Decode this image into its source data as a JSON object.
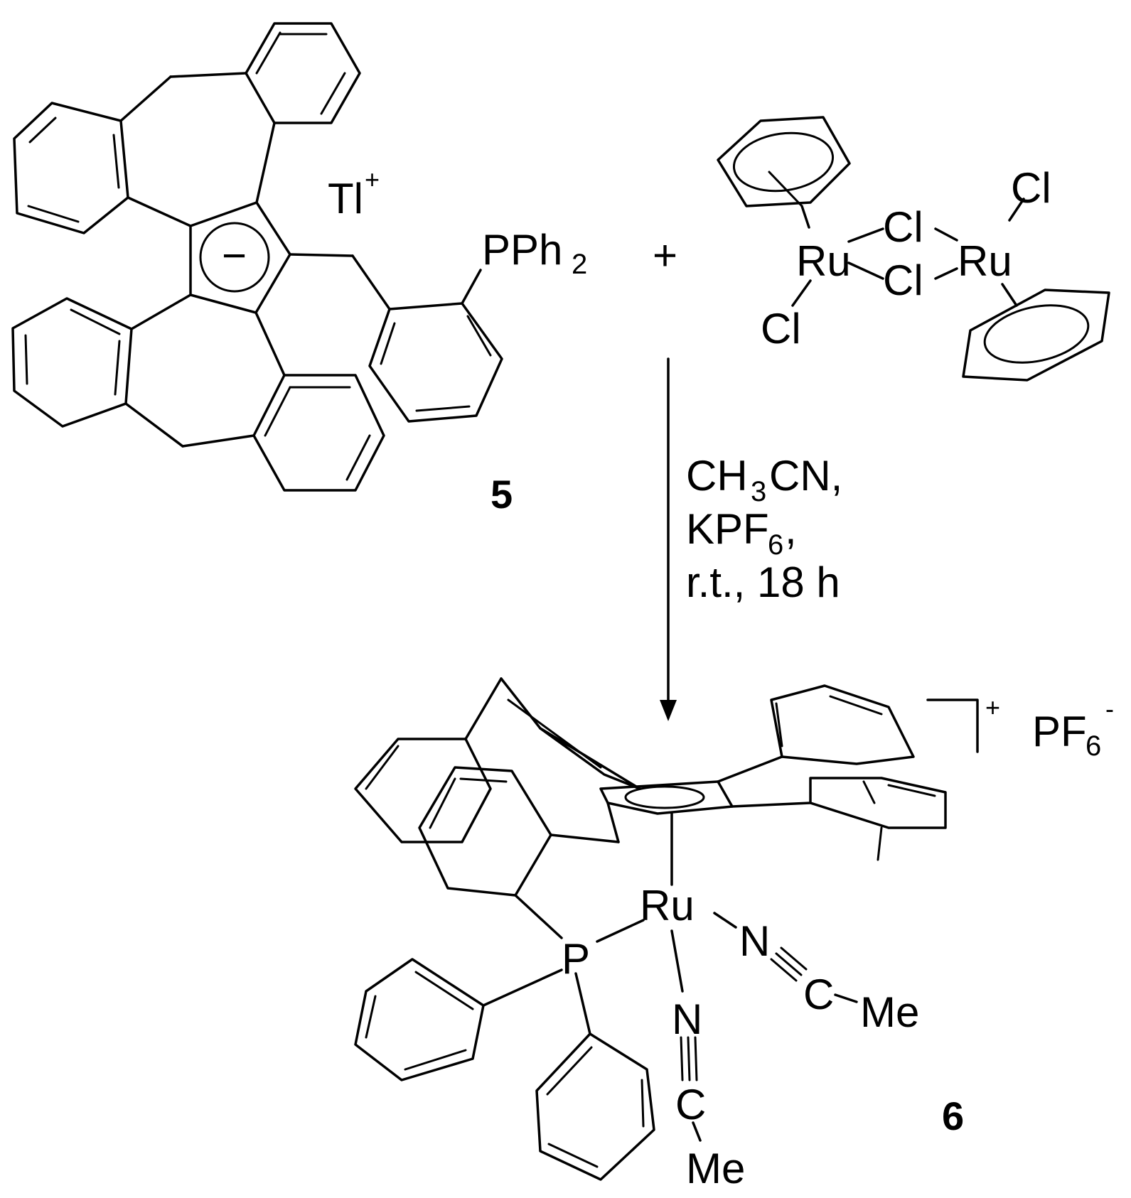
{
  "reactant_5": {
    "counterion": "Tl",
    "counterion_charge": "+",
    "ring_charge": "−",
    "phosphine": "PPh",
    "phosphine_sub": "2",
    "compound_number": "5"
  },
  "plus_sign": "+",
  "ru_dimer": {
    "ru_left": "Ru",
    "ru_right": "Ru",
    "cl_bridge_top": "Cl",
    "cl_bridge_bottom": "Cl",
    "cl_terminal_left": "Cl",
    "cl_terminal_right": "Cl"
  },
  "conditions": {
    "solvent": "CH",
    "solvent_sub": "3",
    "solvent_tail": "CN,",
    "salt": "KPF",
    "salt_sub": "6",
    "salt_tail": ",",
    "temp_time": "r.t., 18 h"
  },
  "product_6": {
    "metal": "Ru",
    "phosphorus": "P",
    "nitrile_1_n": "N",
    "nitrile_1_c": "C",
    "nitrile_1_me": "Me",
    "nitrile_2_n": "N",
    "nitrile_2_c": "C",
    "nitrile_2_me": "Me",
    "cation_charge": "+",
    "anion": "PF",
    "anion_sub": "6",
    "anion_charge": "-",
    "compound_number": "6"
  }
}
